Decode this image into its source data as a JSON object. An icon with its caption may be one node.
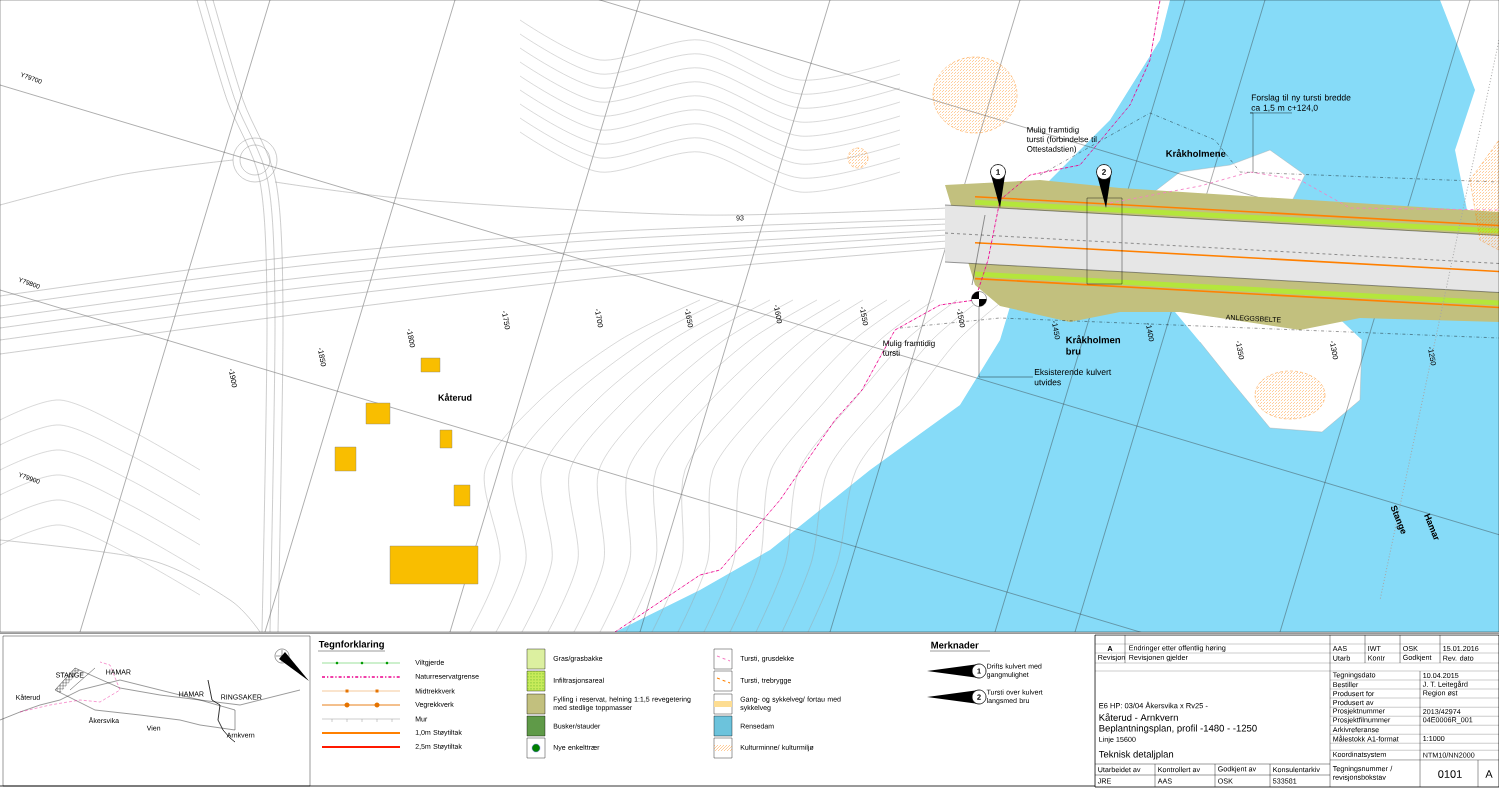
{
  "diagram": {
    "nodes": [
      {
        "text": [
          "1"
        ]
      },
      {
        "text": [
          "2"
        ]
      },
      {
        "text": [
          "Forslag til ny tursti bredde ca 1,5 m c+124,0"
        ]
      },
      {
        "text": [
          "Eksisterende kulvert utvides"
        ]
      },
      {
        "text": [],
        "shape": "circle"
      },
      {
        "text": [
          "1"
        ],
        "beside": [
          "Drifts kulvert med gangmulighet"
        ]
      },
      {
        "text": [
          "2"
        ],
        "beside": [
          "Tursti over kulvert langsmed bru"
        ]
      }
    ],
    "edges": [
      {
        "from": 2,
        "to": null,
        "arrow": "none"
      },
      {
        "from": 3,
        "to": 4,
        "arrow": "none"
      }
    ],
    "labels": [
      "Y79700",
      "Y79800",
      "Y79900",
      "93",
      "-1900",
      "-1850",
      "-1800",
      "-1750",
      "-1700",
      "-1650",
      "-1600",
      "-1550",
      "-1500",
      "-1450",
      "-1400",
      "-1350",
      "-1300",
      "-1250",
      "Kåterud",
      "Kråkholmene",
      "Kråkholmen bru",
      "Mulig framtidig tursti (forbindelse til Ottestadstien)",
      "Mulig framtidig tursti",
      "ANLEGGSBELTE",
      "Stange",
      "Hamar",
      "STANGE",
      "HAMAR",
      "Kåterud",
      "Åkersvika",
      "Vien",
      "HAMAR",
      "RINGSAKER",
      "Arnkvern",
      "Tegnforklaring",
      "Merknader",
      "A",
      "Endringer etter offentlig høring",
      "AAS",
      "IWT",
      "OSK",
      "15.01.2016",
      "Revisjon",
      "Revisjonen gjelder",
      "Utarb",
      "Kontr",
      "Godkjent",
      "Rev. dato",
      "E6 HP: 03/04 Åkersvika x Rv25 -",
      "Kåterud - Arnkvern",
      "Beplantningsplan, profil -1480 - -1250",
      "Linje 15600",
      "Teknisk detaljplan",
      "Utarbeidet av",
      "Kontrollert av",
      "Godkjent av",
      "Konsulentarkiv",
      "JRE",
      "AAS",
      "OSK",
      "533581",
      "Tegningsdato",
      "10.04.2015",
      "Bestiller",
      "J. T. Leitegård",
      "Produsert for",
      "Region øst",
      "Produsert av",
      "Prosjektnummer",
      "2013/42974",
      "Prosjektfilnummer",
      "04E0006R_001",
      "Arkivreferanse",
      "Målestokk A1-format",
      "1:1000",
      "Koordinatsystem",
      "NTM10/NN2000",
      "Tegningsnummer / revisjonsbokstav",
      "0101",
      "A"
    ],
    "legend": [
      {
        "text": "Viltgjerde"
      },
      {
        "text": "Naturreservatgrense"
      },
      {
        "text": "Midtrekkverk"
      },
      {
        "text": "Vegrekkverk"
      },
      {
        "text": "Mur"
      },
      {
        "text": "1,0m Støytiltak"
      },
      {
        "text": "2,5m Støytiltak"
      },
      {
        "text": "Gras/grasbakke",
        "color": "#dcf0a0"
      },
      {
        "text": "Infiltrasjonsareal"
      },
      {
        "text": "Fylling i reservat, helning 1:1,5 revegetering med stedlige toppmasser",
        "color": "#c2c07e"
      },
      {
        "text": "Busker/stauder",
        "color": "#5f9a48"
      },
      {
        "text": "Nye enkelttrær"
      },
      {
        "text": "Tursti, grusdekke"
      },
      {
        "text": "Tursti, trebrygge"
      },
      {
        "text": "Gang- og sykkelveg/ fortau med sykkelveg"
      },
      {
        "text": "Rensedam",
        "color": "#6cc3dc"
      },
      {
        "text": "Kulturminne/ kulturmiljø"
      }
    ]
  }
}
